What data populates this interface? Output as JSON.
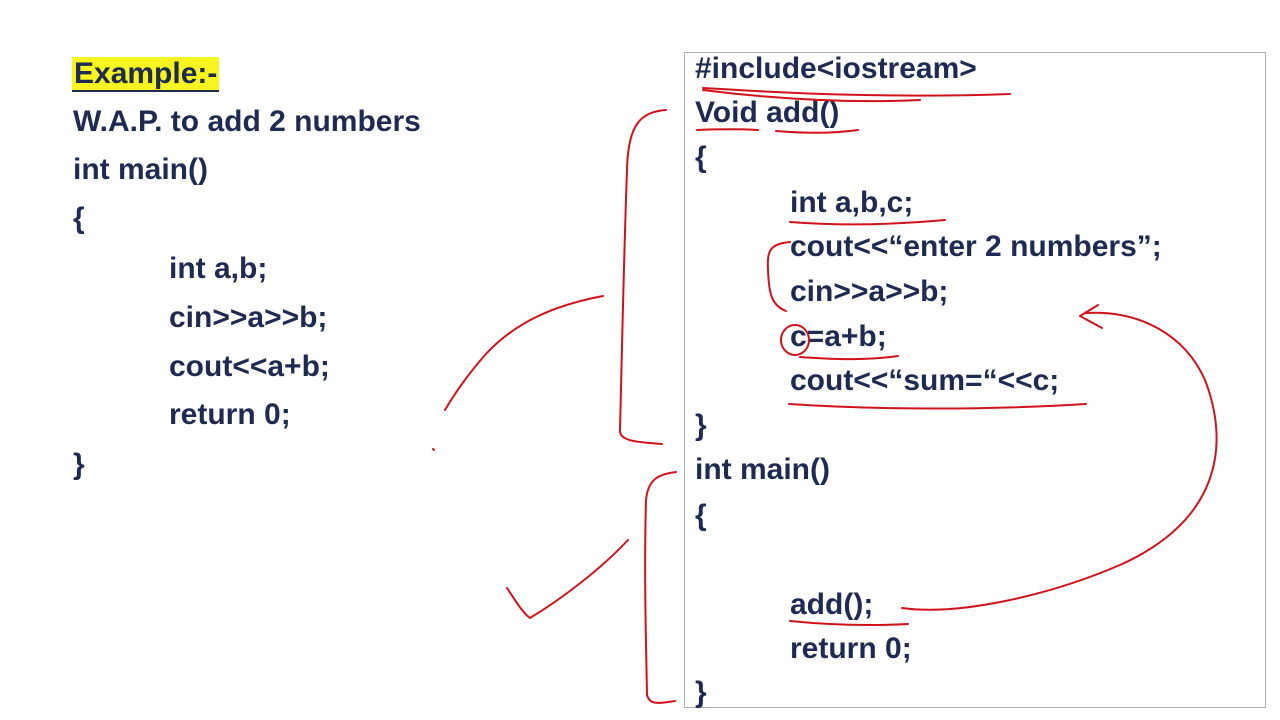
{
  "left": {
    "heading": "Example:-",
    "description": "W.A.P. to add 2 numbers",
    "code": [
      "int main()",
      "{",
      "int a,b;",
      "cin>>a>>b;",
      "cout<<a+b;",
      "return 0;",
      "}"
    ]
  },
  "right": {
    "code": [
      "#include<iostream>",
      "Void add()",
      "{",
      "int a,b,c;",
      "cout<<“enter 2 numbers”;",
      "cin>>a>>b;",
      "c=a+b;",
      "cout<<“sum=“<<c;",
      "}",
      "int main()",
      "{",
      "add();",
      "return 0;",
      "}"
    ]
  },
  "colors": {
    "text": "#1f2a52",
    "highlight": "#f6f51f",
    "annotation": "#d1121b",
    "box_border": "#a9adb5"
  }
}
